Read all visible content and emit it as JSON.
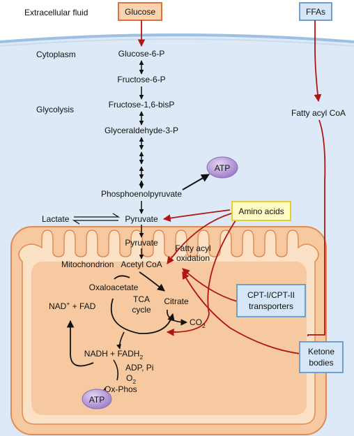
{
  "regions": {
    "extracellular": "Extracellular fluid",
    "cytoplasm": "Cytoplasm",
    "glycolysis": "Glycolysis",
    "mitochondrion": "Mitochondrion"
  },
  "inputs": {
    "glucose": "Glucose",
    "ffas": "FFAs",
    "amino_acids": "Amino acids",
    "cpt_line1": "CPT-I/CPT-II",
    "cpt_line2": "transporters",
    "ketone_line1": "Ketone",
    "ketone_line2": "bodies"
  },
  "glycolysis_steps": {
    "g6p": "Glucose-6-P",
    "f6p": "Fructose-6-P",
    "f16bp": "Fructose-1,6-bisP",
    "g3p": "Glyceraldehyde-3-P",
    "pep": "Phosphoenolpyruvate",
    "pyruvate": "Pyruvate",
    "lactate": "Lactate"
  },
  "cytoplasm_other": {
    "fatty_acyl_coa": "Fatty acyl CoA"
  },
  "mito": {
    "pyruvate": "Pyruvate",
    "acetyl_coa": "Acetyl CoA",
    "fatty_acyl_line1": "Fatty acyl",
    "fatty_acyl_line2": "oxidation",
    "oxaloacetate": "Oxaloacetate",
    "tca_line1": "TCA",
    "tca_line2": "cycle",
    "citrate": "Citrate",
    "co2": "CO",
    "co2_sub": "2",
    "nad_fad_1": "NAD",
    "nad_fad_sup": "+",
    "nad_fad_2": " + FAD",
    "nadh_fadh": "NADH + FADH",
    "nadh_fadh_sub": "2",
    "adp_pi": "ADP, Pi",
    "o2": "O",
    "o2_sub": "2",
    "ox_phos": "Ox-Phos"
  },
  "atp_label": "ATP",
  "colors": {
    "cytoplasm_fill": "#dde9f6",
    "membrane": "#9dc0e2",
    "mito_fill": "#f6c9a0",
    "mito_stroke": "#e08a55",
    "red_arrow": "#b01515",
    "box_blue_fill": "#d4e6f7",
    "box_blue_stroke": "#6f9fcc",
    "box_orange_fill": "#fbd3b0",
    "box_orange_stroke": "#e0703a",
    "box_yellow_fill": "#fffbc2",
    "box_yellow_stroke": "#e6cc35",
    "atp_fill": "#b69ad6"
  }
}
